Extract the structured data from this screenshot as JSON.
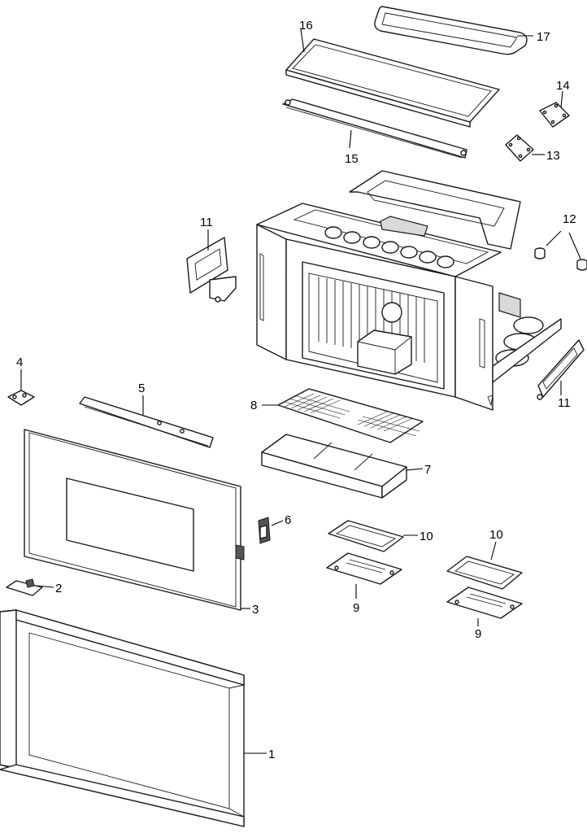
{
  "callouts": {
    "c1": "1",
    "c2": "2",
    "c3": "3",
    "c4": "4",
    "c5": "5",
    "c6": "6",
    "c7": "7",
    "c8": "8",
    "c9a": "9",
    "c9b": "9",
    "c10a": "10",
    "c10b": "10",
    "c11a": "11",
    "c11b": "11",
    "c12": "12",
    "c13": "13",
    "c14": "14",
    "c15": "15",
    "c16": "16",
    "c17": "17"
  },
  "colors": {
    "line": "#1a1a1a",
    "fill": "#ffffff",
    "shade": "#d9d9d9"
  }
}
